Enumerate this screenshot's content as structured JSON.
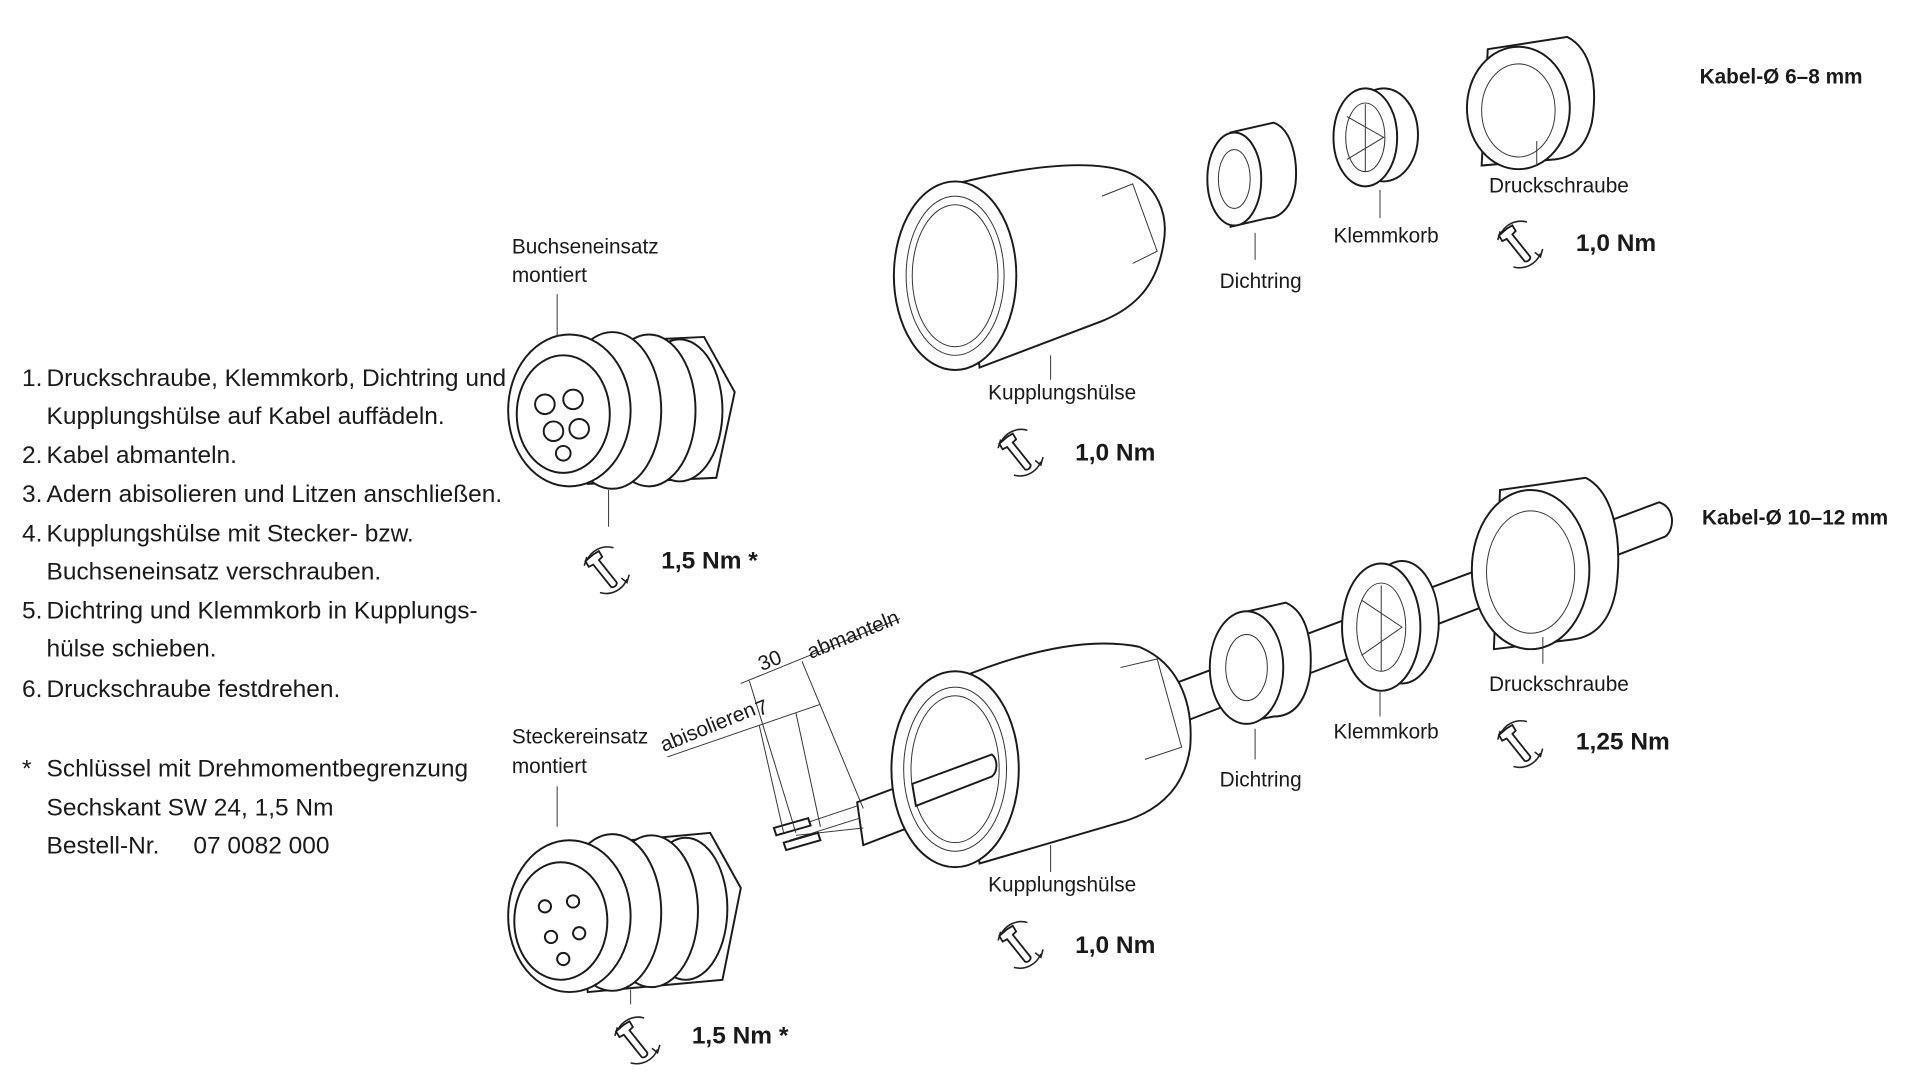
{
  "instructions": {
    "steps": [
      {
        "num": "1.",
        "lines": [
          "Druckschraube, Klemmkorb, Dichtring und",
          "Kupplungshülse auf Kabel auffädeln."
        ]
      },
      {
        "num": "2.",
        "lines": [
          "Kabel abmanteln."
        ]
      },
      {
        "num": "3.",
        "lines": [
          "Adern abisolieren und Litzen anschließen."
        ]
      },
      {
        "num": "4.",
        "lines": [
          "Kupplungshülse mit Stecker- bzw.",
          "Buchseneinsatz verschrauben."
        ]
      },
      {
        "num": "5.",
        "lines": [
          "Dichtring und Klemmkorb in Kupplungs-",
          "hülse schieben."
        ]
      },
      {
        "num": "6.",
        "lines": [
          "Druckschraube festdrehen."
        ]
      }
    ],
    "footnote": {
      "mark": "*",
      "lines": [
        "Schlüssel mit Drehmomentbegrenzung",
        "Sechskant SW 24, 1,5 Nm",
        "Bestell-Nr.     07 0082 000"
      ]
    }
  },
  "top_assembly": {
    "cable_label": "Kabel-Ø 6–8 mm",
    "insert_label": [
      "Buchseneinsatz",
      "montiert"
    ],
    "insert_torque": "1,5 Nm *",
    "sleeve_label": "Kupplungshülse",
    "sleeve_torque": "1,0 Nm",
    "seal_label": "Dichtring",
    "clamp_label": "Klemmkorb",
    "screw_label": "Druckschraube",
    "screw_torque": "1,0 Nm"
  },
  "bottom_assembly": {
    "cable_label": "Kabel-Ø 10–12 mm",
    "insert_label": [
      "Steckereinsatz",
      "montiert"
    ],
    "insert_torque": "1,5 Nm *",
    "sleeve_label": "Kupplungshülse",
    "sleeve_torque": "1,0 Nm",
    "seal_label": "Dichtring",
    "clamp_label": "Klemmkorb",
    "screw_label": "Druckschraube",
    "screw_torque": "1,25 Nm",
    "dim_strip_jacket": "30",
    "dim_strip_jacket_label": "abmanteln",
    "dim_strip_wire": "7",
    "dim_strip_wire_label": "abisolieren"
  },
  "icons": {
    "torque": "wrench-rotate-icon"
  },
  "colors": {
    "line": "#1a1a1a",
    "background": "#ffffff"
  }
}
